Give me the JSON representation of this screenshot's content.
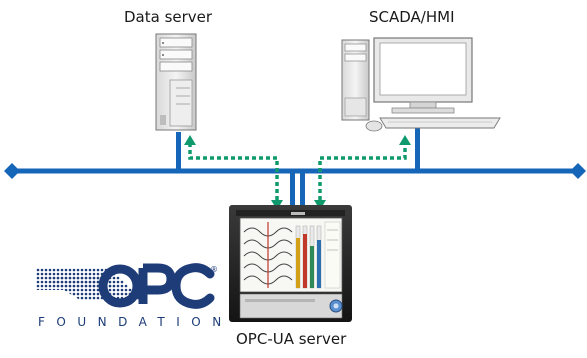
{
  "nodes": {
    "data_server": {
      "label": "Data server"
    },
    "scada_hmi": {
      "label": "SCADA/HMI"
    },
    "opc_ua_server": {
      "label": "OPC-UA server"
    }
  },
  "logo": {
    "wordmark": "OPC",
    "subtitle": "FOUNDATION",
    "registered_mark": "®"
  },
  "colors": {
    "network_bus": "#1565b8",
    "data_flow_arrows": "#0f9a6e",
    "logo_blue": "#1d3c78"
  }
}
